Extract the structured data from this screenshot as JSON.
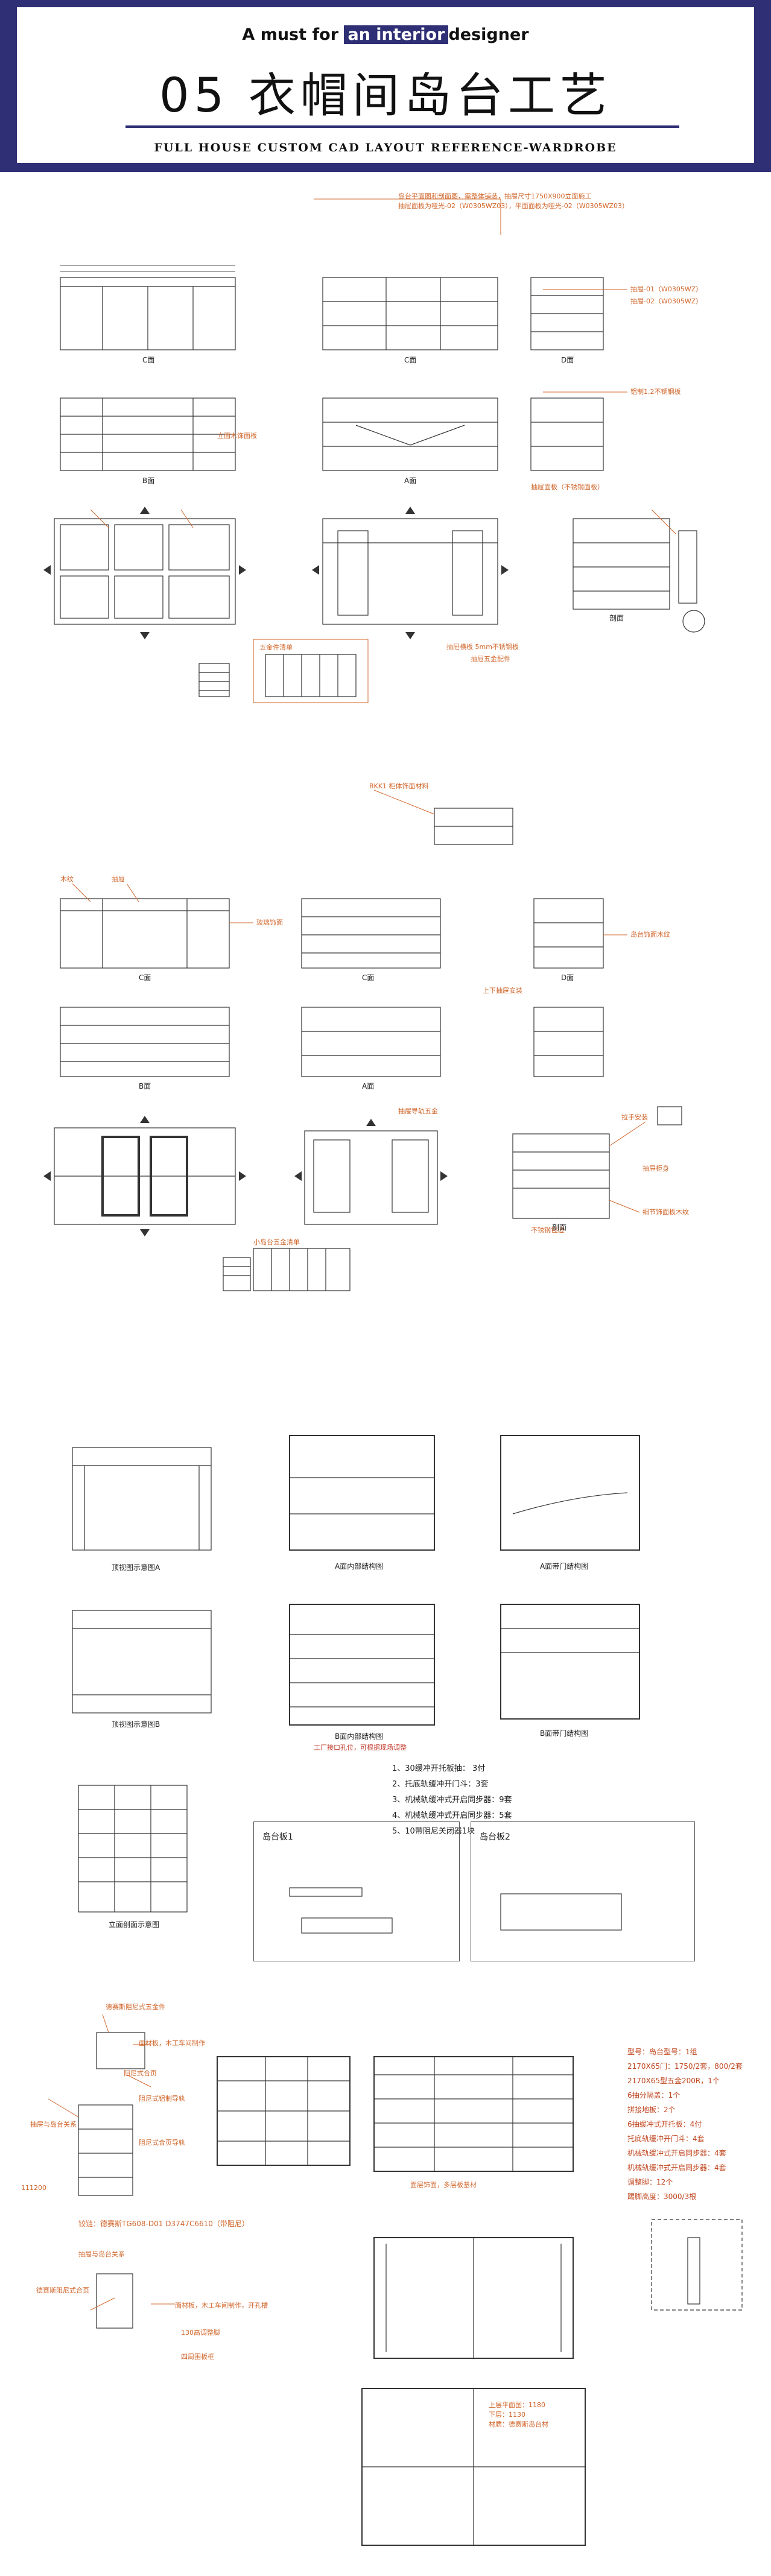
{
  "header": {
    "tagline_pre": "A must for",
    "tagline_highlight": "an interior",
    "tagline_post": "designer",
    "title": "05 衣帽间岛台工艺",
    "subtitle": "FULL HOUSE CUSTOM CAD LAYOUT REFERENCE-WARDROBE"
  },
  "sheet1": {
    "top_note": [
      "岛台平面图和剖面图，需整体铺装，抽屉尺寸1750X900立面施工",
      "抽屉面板为哑光-02（W0305WZ03），平面面板为哑光-02（W0305WZ03）"
    ],
    "view_labels": {
      "c": "C面",
      "b": "B面",
      "d": "D面",
      "a": "A面",
      "section": "剖面"
    },
    "notes": [
      "抽屉-01（W0305WZ）",
      "抽屉-02（W0305WZ）",
      "铝制1.2不锈钢板",
      "立面木饰面板",
      "抽屉面板（不锈钢面板）",
      "抽屉横板 5mm不锈钢板",
      "抽屉五金配件"
    ],
    "small_table": "五金件清单"
  },
  "sheet2": {
    "notes": [
      "BKK1 柜体饰面材料",
      "木纹",
      "抽屉",
      "玻璃饰面",
      "岛台饰面木纹",
      "上下抽屉安装",
      "抽屉导轨五金",
      "拉手安装",
      "抽屉柜身",
      "细节饰面板木纹",
      "不锈钢包边"
    ],
    "view_labels": {
      "c": "C面",
      "b": "B面",
      "d": "D面",
      "a": "A面",
      "section": "剖面"
    },
    "small_table": "小岛台五金清单"
  },
  "sheet3": {
    "captions": [
      "顶视图示意图A",
      "A面内部结构图",
      "A面带门结构图",
      "顶视图示意图B",
      "B面内部结构图",
      "B面带门结构图"
    ],
    "red_note": "工厂接口孔位，可根据现场调整"
  },
  "sheet4": {
    "list": [
      "1、30缓冲开托板抽： 3付",
      "2、托底轨缓冲开门斗：3套",
      "3、机械轨缓冲式开启同步器：9套",
      "4、机械轨缓冲式开启同步器：5套",
      "5、10带阻尼关闭器1块"
    ],
    "caption": "立面剖面示意图",
    "box1_title": "岛台板1",
    "box2_title": "岛台板2"
  },
  "sheet5": {
    "left_notes": [
      "德赛斯阻尼式五金件",
      "面材板，木工车间制作",
      "阻尼式合页",
      "阻尼式铝制导轨",
      "抽屉与岛台关系",
      "111200",
      "阻尼式合页导轨"
    ],
    "brand_note": "铰链：德赛斯TG608-D01  D3747C6610（带阻尼）",
    "lower_notes": [
      "抽屉与岛台关系",
      "德赛斯阻尼式合页",
      "面材板，木工车间制作，开孔槽",
      "130高调整脚",
      "四周围板框"
    ],
    "mid_note": "面层饰面，多层板基材",
    "spec_list": [
      "型号：岛台型号：1组",
      "2170X65门：1750/2套，800/2套",
      "2170X65型五金200R，1个",
      "6抽分隔盖：1个",
      "拼接地板：2个",
      "6抽缓冲式开托板：4付",
      "托底轨缓冲开门斗：4套",
      "机械轨缓冲式开启同步器：4套",
      "机械轨缓冲式开启同步器：4套",
      "调整脚：12个",
      "踢脚高度：3000/3根"
    ],
    "plan_note": [
      "上层平面图：1180",
      "下层：1130",
      "材质：德赛斯岛台材"
    ]
  }
}
